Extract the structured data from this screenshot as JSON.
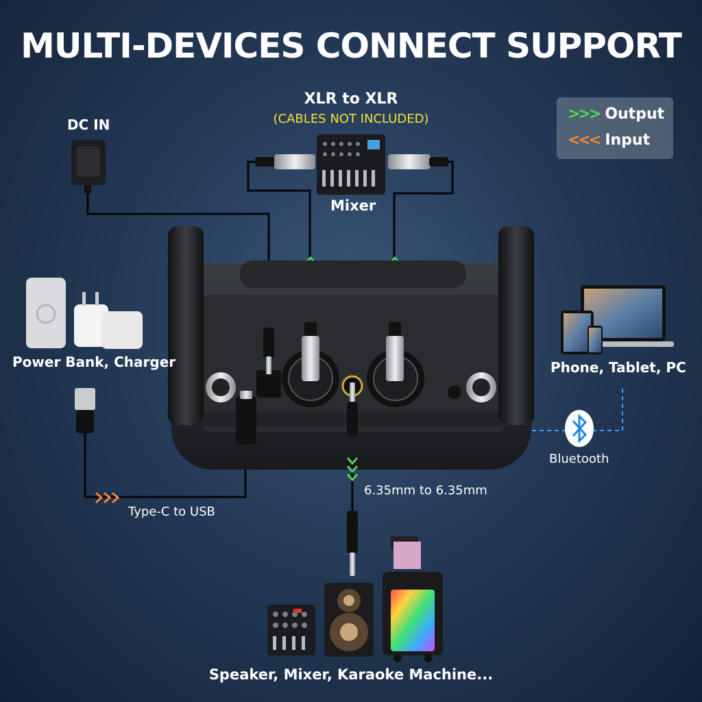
{
  "title": "MULTI-DEVICES CONNECT SUPPORT",
  "legend": {
    "output_arrows": ">>>",
    "output_label": "Output",
    "input_arrows": "<<<",
    "input_label": "Input",
    "output_color": "#4ed64e",
    "input_color": "#f08a3a"
  },
  "labels": {
    "xlr_title": "XLR to XLR",
    "xlr_note": "(CABLES NOT INCLUDED)",
    "mixer": "Mixer",
    "dc_in": "DC IN",
    "power_bank": "Power Bank, Charger",
    "phone_tablet_pc": "Phone, Tablet, PC",
    "bluetooth": "Bluetooth",
    "type_c": "Type-C to USB",
    "jack": "6.35mm to 6.35mm",
    "bottom": "Speaker, Mixer, Karaoke Machine..."
  },
  "icons": {
    "dc_adapter": "power-adapter-icon",
    "power_bank": "power-bank-icon",
    "charger": "wall-charger-icon",
    "usb": "usb-cable-icon",
    "laptop": "laptop-icon",
    "tablet": "tablet-icon",
    "phone": "phone-icon",
    "bluetooth": "bluetooth-icon",
    "mixer_top": "mixer-icon",
    "receiver": "wireless-receiver-icon",
    "dj_mixer": "dj-mixer-icon",
    "speaker": "speaker-icon",
    "karaoke": "karaoke-machine-icon"
  }
}
